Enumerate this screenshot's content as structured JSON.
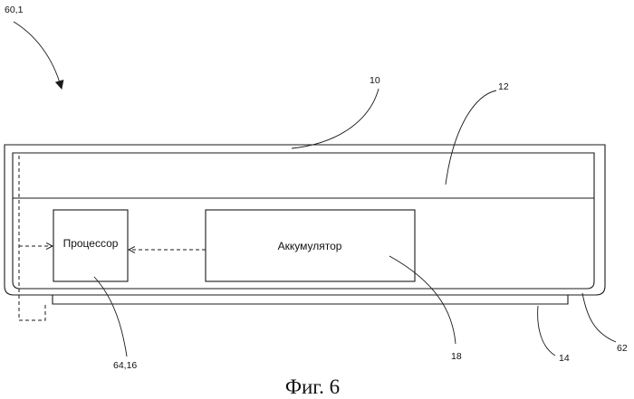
{
  "labels": {
    "device": "60,1",
    "housing": "10",
    "upper_layer": "12",
    "base": "14",
    "accumulator_ref": "18",
    "processor_ref": "64,16",
    "enclosure": "62"
  },
  "boxes": {
    "processor": "Процессор",
    "accumulator": "Аккумулятор"
  },
  "caption": "Фиг. 6"
}
